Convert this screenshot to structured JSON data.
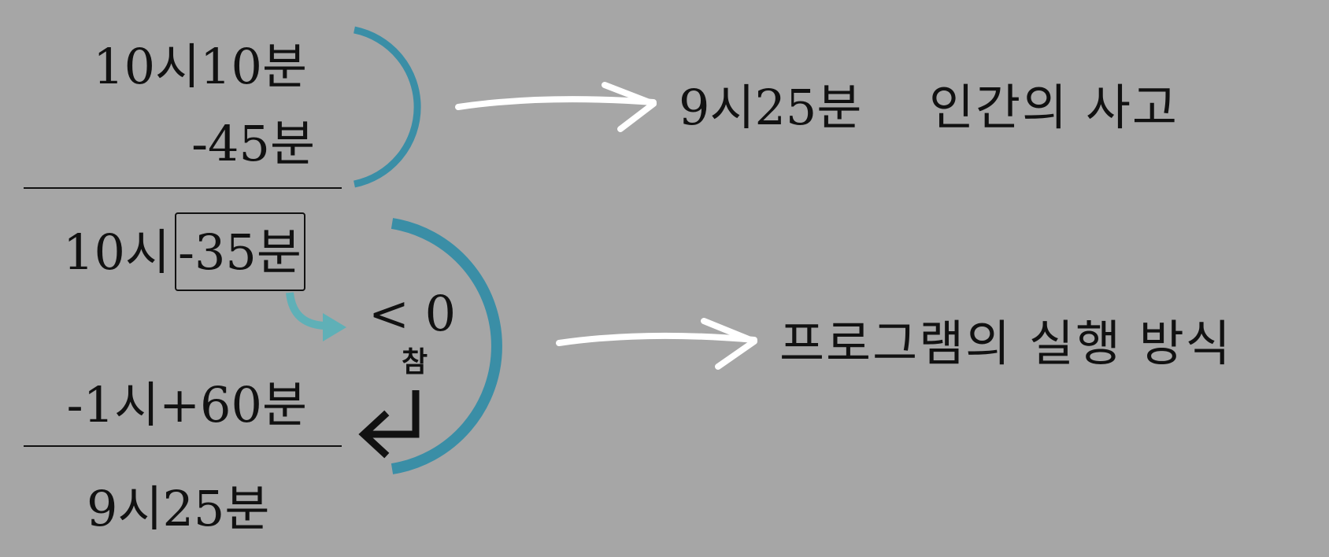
{
  "calculation": {
    "line1": "10시10분",
    "line2": "-45분",
    "line3_hour": "10시",
    "line3_minute": "-35분",
    "condition": "< 0",
    "condition_true": "참",
    "line4": "-1시+60분",
    "result": "9시25분"
  },
  "outcomes": {
    "human": {
      "value": "9시25분",
      "label": "인간의 사고"
    },
    "program": {
      "label": "프로그램의 실행 방식"
    }
  },
  "colors": {
    "background": "#a6a6a6",
    "bracket": "#3a8ea6",
    "small_arrow": "#5fb0b7",
    "arrow": "#ffffff",
    "text": "#111111"
  }
}
